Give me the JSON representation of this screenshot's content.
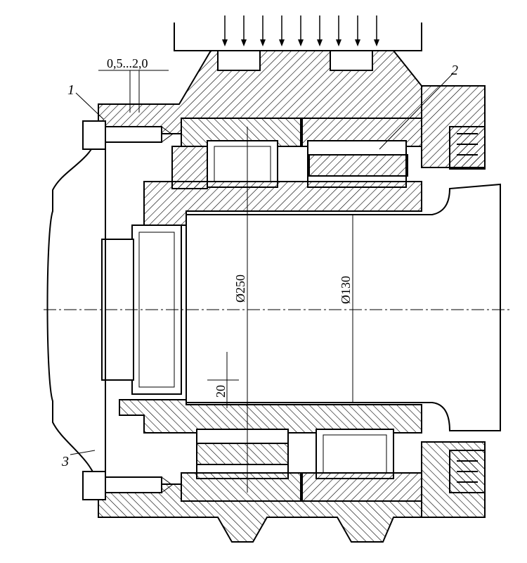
{
  "drawing": {
    "labels": {
      "part_1": "1",
      "part_2": "2",
      "part_3": "3"
    },
    "dimensions": {
      "gap": "0,5...2,0",
      "bore_diameter": "Ø250",
      "shaft_diameter": "Ø130",
      "offset": "20"
    }
  }
}
